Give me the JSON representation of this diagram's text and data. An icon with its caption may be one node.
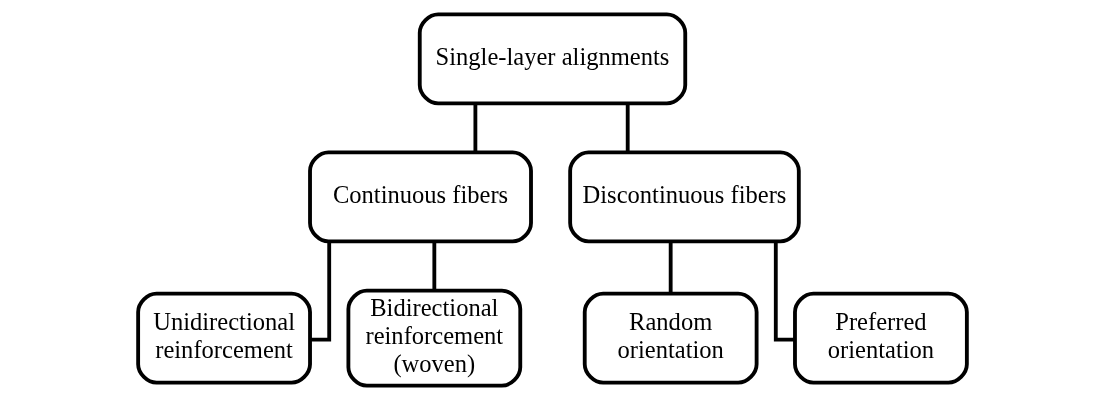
{
  "diagram": {
    "nodes": [
      {
        "text": [
          "Single-layer alignments"
        ]
      },
      {
        "text": [
          "Continuous fibers"
        ]
      },
      {
        "text": [
          "Discontinuous fibers"
        ]
      },
      {
        "text": [
          "Unidirectional reinforcement"
        ]
      },
      {
        "text": [
          "Bidirectional reinforcement (woven)"
        ]
      },
      {
        "text": [
          "Random orientation"
        ]
      },
      {
        "text": [
          "Preferred orientation"
        ]
      }
    ],
    "edges": [
      {
        "from": 0,
        "to": 1,
        "arrow": "none"
      },
      {
        "from": 0,
        "to": 2,
        "arrow": "none"
      },
      {
        "from": 1,
        "to": 3,
        "arrow": "none"
      },
      {
        "from": 1,
        "to": 4,
        "arrow": "none"
      },
      {
        "from": 2,
        "to": 5,
        "arrow": "none"
      },
      {
        "from": 2,
        "to": 6,
        "arrow": "none"
      }
    ]
  }
}
